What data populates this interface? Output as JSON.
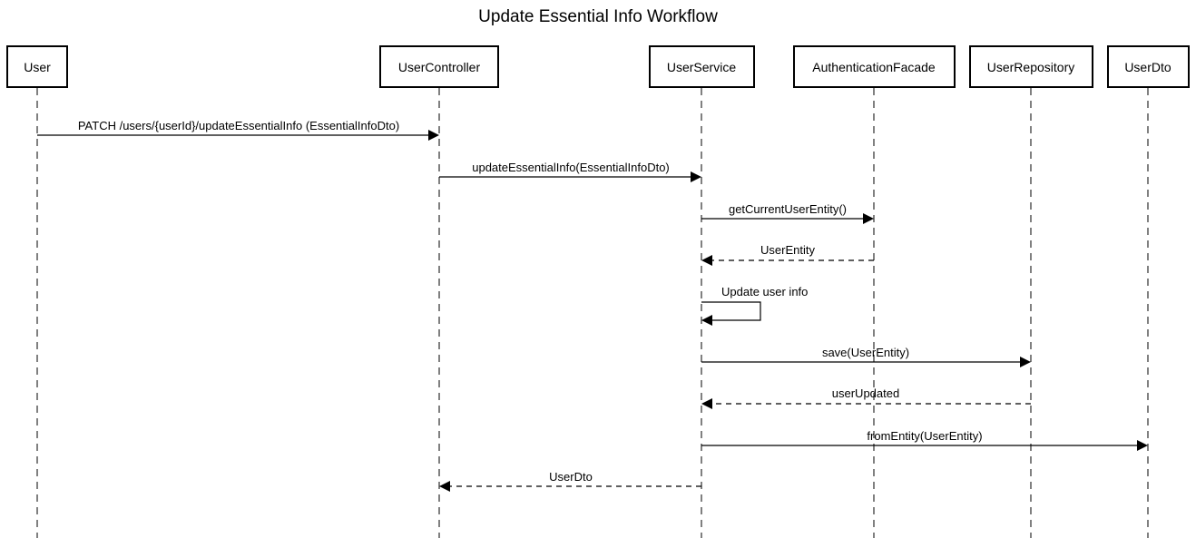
{
  "diagram": {
    "title": "Update Essential Info Workflow",
    "participants": [
      {
        "id": "user",
        "label": "User"
      },
      {
        "id": "user_controller",
        "label": "UserController"
      },
      {
        "id": "user_service",
        "label": "UserService"
      },
      {
        "id": "auth_facade",
        "label": "AuthenticationFacade"
      },
      {
        "id": "user_repository",
        "label": "UserRepository"
      },
      {
        "id": "user_dto",
        "label": "UserDto"
      }
    ],
    "messages": [
      {
        "from": "user",
        "to": "user_controller",
        "label": "PATCH /users/{userId}/updateEssentialInfo (EssentialInfoDto)",
        "style": "solid"
      },
      {
        "from": "user_controller",
        "to": "user_service",
        "label": "updateEssentialInfo(EssentialInfoDto)",
        "style": "solid"
      },
      {
        "from": "user_service",
        "to": "auth_facade",
        "label": "getCurrentUserEntity()",
        "style": "solid"
      },
      {
        "from": "auth_facade",
        "to": "user_service",
        "label": "UserEntity",
        "style": "dashed"
      },
      {
        "from": "user_service",
        "to": "user_service",
        "label": "Update user info",
        "style": "self"
      },
      {
        "from": "user_service",
        "to": "user_repository",
        "label": "save(UserEntity)",
        "style": "solid"
      },
      {
        "from": "user_repository",
        "to": "user_service",
        "label": "userUpdated",
        "style": "dashed"
      },
      {
        "from": "user_service",
        "to": "user_dto",
        "label": "fromEntity(UserEntity)",
        "style": "solid"
      },
      {
        "from": "user_service",
        "to": "user_controller",
        "label": "UserDto",
        "style": "dashed"
      }
    ]
  }
}
